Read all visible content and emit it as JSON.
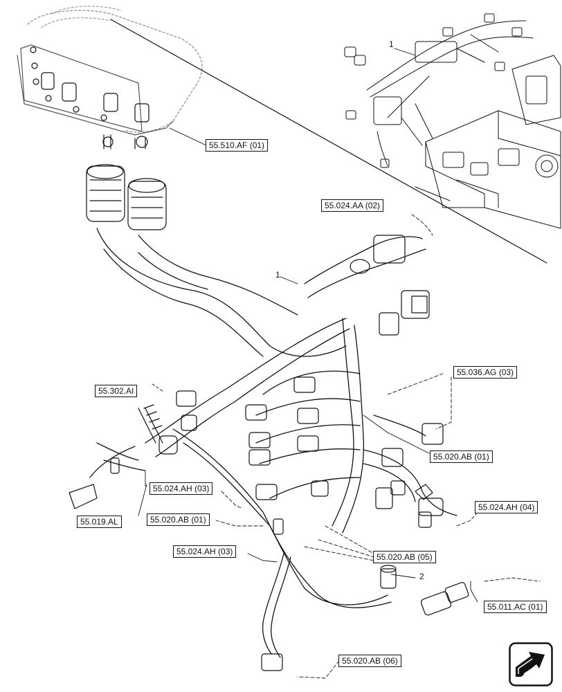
{
  "diagram": {
    "callouts": [
      {
        "id": "c1",
        "label": "55.510.AF (01)"
      },
      {
        "id": "c2",
        "label": "55.024.AA (02)"
      },
      {
        "id": "c3",
        "label": "55.036.AG (03)"
      },
      {
        "id": "c4",
        "label": "55.302.AI"
      },
      {
        "id": "c5",
        "label": "55.020.AB (01)"
      },
      {
        "id": "c6",
        "label": "55.024.AH (03)"
      },
      {
        "id": "c7",
        "label": "55.024.AH (04)"
      },
      {
        "id": "c8",
        "label": "55.019.AL"
      },
      {
        "id": "c9",
        "label": "55.020.AB (01)"
      },
      {
        "id": "c10",
        "label": "55.024.AH (03)"
      },
      {
        "id": "c11",
        "label": "55.020.AB (05)"
      },
      {
        "id": "c12",
        "label": "55.011.AC (01)"
      },
      {
        "id": "c13",
        "label": "55.020.AB (06)"
      }
    ],
    "item_numbers": [
      {
        "id": "n1",
        "label": "1"
      },
      {
        "id": "n2",
        "label": "1"
      },
      {
        "id": "n3",
        "label": "2"
      }
    ],
    "nav_icon": "next-page-arrow-icon",
    "colors": {
      "line": "#111111",
      "background": "#ffffff"
    }
  }
}
